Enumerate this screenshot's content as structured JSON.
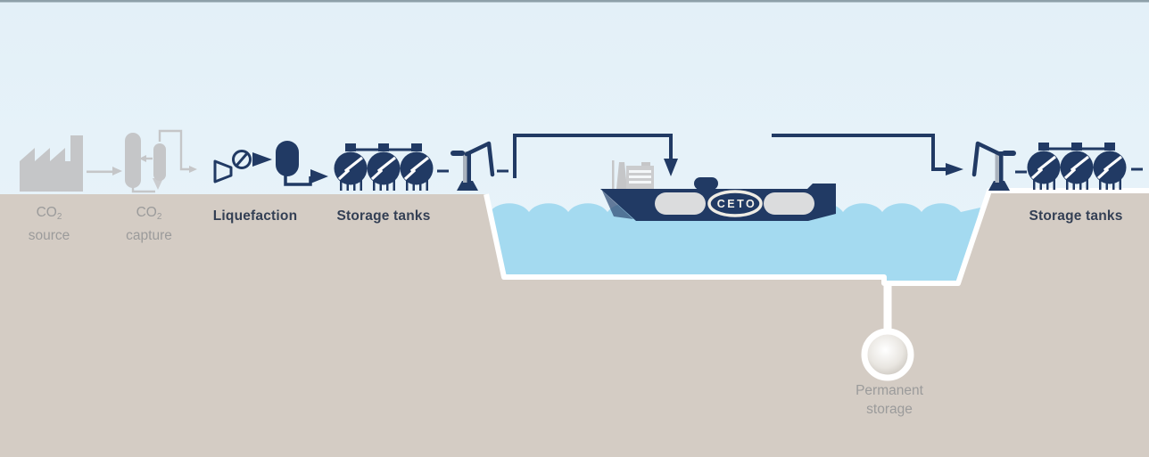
{
  "diagram": {
    "title_hint": "CO2 capture, liquefaction, shipping and permanent storage process",
    "colors": {
      "sky": "#e7f3fa",
      "top_edge_line": "#7f929b",
      "water": "#a4daf0",
      "ground": "#d4ccc4",
      "navy": "#213a64",
      "outline_white": "#ffffff",
      "icon_gray": "#c5c6c8",
      "text_gray": "#9b9b9b",
      "text_navy": "#333f54",
      "well_gray": "#b7b1a8",
      "ship_capsule_gray": "#dbdcdd",
      "ceto_ring": "#efece4"
    },
    "icons": [
      "factory-icon",
      "co2-capture-columns-icon",
      "liquefaction-unit-icon",
      "storage-tanks-icon",
      "loading-arm-icon",
      "ship-icon",
      "unloading-arm-icon",
      "storage-tanks-icon",
      "injection-well-icon"
    ]
  },
  "labels": {
    "co2_source": {
      "formula_main": "CO",
      "formula_sub": "2",
      "caption": "source"
    },
    "co2_capture": {
      "formula_main": "CO",
      "formula_sub": "2",
      "caption": "capture"
    },
    "liquefaction": "Liquefaction",
    "storage_tanks_left": "Storage tanks",
    "storage_tanks_right": "Storage tanks",
    "ship_name": "CETO",
    "permanent_storage_line1": "Permanent",
    "permanent_storage_line2": "storage"
  }
}
